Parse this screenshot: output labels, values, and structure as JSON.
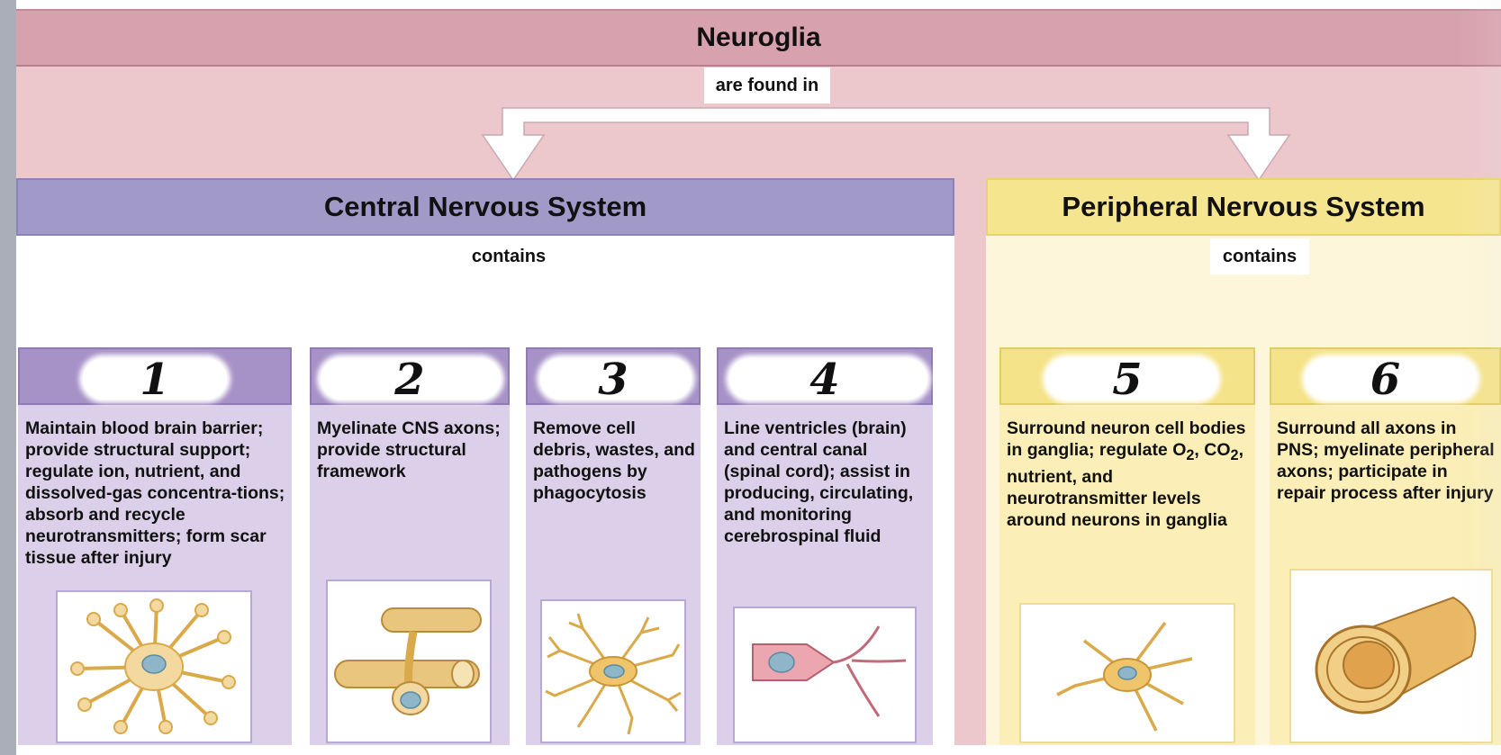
{
  "title": "Neuroglia",
  "top_connector": "are found in",
  "systems": [
    {
      "title": "Central Nervous System",
      "connector": "contains"
    },
    {
      "title": "Peripheral Nervous System",
      "connector": "contains"
    }
  ],
  "cell_types": [
    {
      "number": "1",
      "description": "Maintain blood brain barrier; provide structural support; regulate ion, nutrient, and dissolved-gas concentra-tions; absorb and recycle neurotransmitters; form scar tissue after injury",
      "icon": "astrocyte-icon"
    },
    {
      "number": "2",
      "description": "Myelinate CNS axons; provide structural framework",
      "icon": "oligodendrocyte-icon"
    },
    {
      "number": "3",
      "description": "Remove cell debris, wastes, and pathogens by phagocytosis",
      "icon": "microglia-icon"
    },
    {
      "number": "4",
      "description": "Line ventricles (brain) and central canal (spinal cord); assist in producing, circulating, and monitoring cerebrospinal fluid",
      "icon": "ependymal-cell-icon"
    },
    {
      "number": "5",
      "description_lines": [
        "Surround neuron cell bodies in ganglia;",
        "regulate O",
        "2",
        ", CO",
        "2",
        ",",
        "nutrient, and neurotransmitter levels around neurons in ganglia"
      ],
      "icon": "satellite-cell-icon"
    },
    {
      "number": "6",
      "description": "Surround all axons in PNS; myelinate peripheral axons; participate in repair process after injury",
      "icon": "schwann-cell-icon"
    }
  ],
  "colors": {
    "neuroglia_bar": "#d8a1ae",
    "pink_background": "#ecc7cc",
    "cns_header": "#a19ac9",
    "cns_column": "#dccfe9",
    "pns_header": "#f6e58f",
    "pns_column": "#fbeeb6"
  }
}
